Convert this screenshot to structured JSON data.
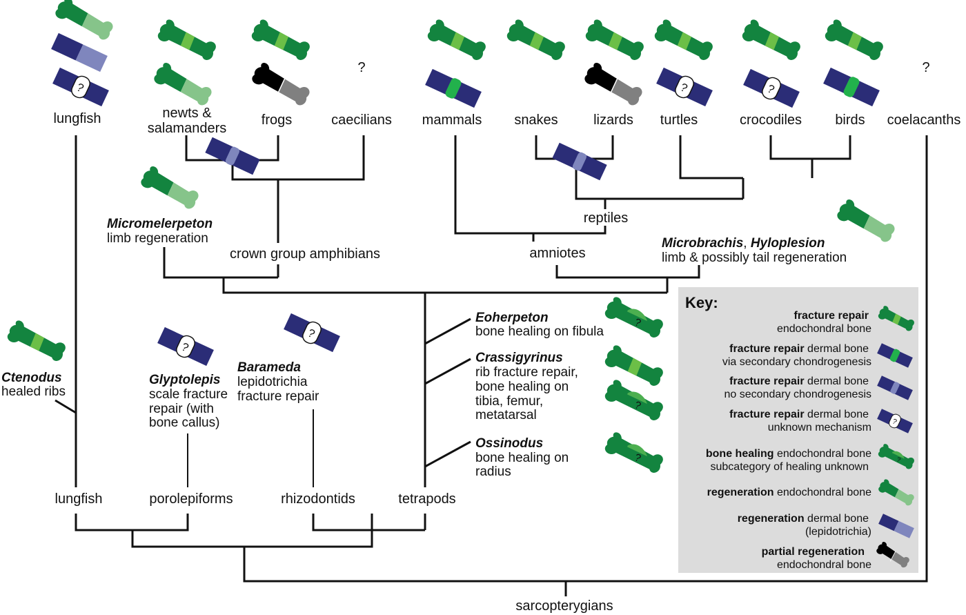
{
  "title": "Sarcopterygian phylogeny: bone repair, healing and regeneration",
  "colors": {
    "endochondral_dark": "#13843f",
    "endochondral_callus": "#6cbf47",
    "regen_light_green": "#86c48a",
    "dermal_dark": "#2b2d77",
    "dermal_chondro": "#22b14c",
    "dermal_light": "#7f86bd",
    "partial_black": "#000000",
    "partial_grey": "#808080",
    "key_bg": "#dcdcdc",
    "line": "#111111"
  },
  "taxa_top": [
    {
      "id": "lungfish",
      "label": "lungfish",
      "icons": [
        "regeneration-endochondral-icon",
        "regeneration-dermal-icon",
        "fracture-dermal-unknown-icon"
      ]
    },
    {
      "id": "newts",
      "label_line1": "newts &",
      "label_line2": "salamanders",
      "icons": [
        "fracture-endochondral-icon",
        "regeneration-endochondral-icon"
      ]
    },
    {
      "id": "frogs",
      "label": "frogs",
      "icons": [
        "fracture-endochondral-icon",
        "partial-regeneration-icon"
      ]
    },
    {
      "id": "caecilians",
      "label": "caecilians",
      "icons": [],
      "unknown": "?"
    },
    {
      "id": "mammals",
      "label": "mammals",
      "icons": [
        "fracture-endochondral-icon",
        "fracture-dermal-chondro-icon"
      ]
    },
    {
      "id": "snakes",
      "label": "snakes",
      "icons": [
        "fracture-endochondral-icon"
      ]
    },
    {
      "id": "lizards",
      "label": "lizards",
      "icons": [
        "fracture-endochondral-icon",
        "partial-regeneration-icon"
      ]
    },
    {
      "id": "turtles",
      "label": "turtles",
      "icons": [
        "fracture-endochondral-icon",
        "fracture-dermal-unknown-icon"
      ]
    },
    {
      "id": "crocodiles",
      "label": "crocodiles",
      "icons": [
        "fracture-endochondral-icon",
        "fracture-dermal-unknown-icon"
      ]
    },
    {
      "id": "birds",
      "label": "birds",
      "icons": [
        "fracture-endochondral-icon",
        "fracture-dermal-chondro-icon"
      ]
    },
    {
      "id": "coelacanths",
      "label": "coelacanths",
      "icons": [],
      "unknown": "?"
    }
  ],
  "clades": {
    "reptiles": "reptiles",
    "amniotes": "amniotes",
    "crown_amphibians": "crown group amphibians",
    "lungfish_base": "lungfish",
    "porolepiforms": "porolepiforms",
    "rhizodontids": "rhizodontids",
    "tetrapods": "tetrapods",
    "sarcopterygians": "sarcopterygians"
  },
  "fossils": {
    "micromelerpeton": {
      "name": "Micromelerpeton",
      "desc": "limb regeneration"
    },
    "microbrachis": {
      "name1": "Microbrachis",
      "sep": ", ",
      "name2": "Hyloplesion",
      "desc": "limb & possibly tail regeneration"
    },
    "ctenodus": {
      "name": "Ctenodus",
      "desc": "healed ribs"
    },
    "glyptolepis": {
      "name": "Glyptolepis",
      "desc": [
        "scale fracture",
        "repair (with",
        "bone callus)"
      ]
    },
    "barameda": {
      "name": "Barameda",
      "desc": [
        "lepidotrichia",
        "fracture repair"
      ]
    },
    "eoherpeton": {
      "name": "Eoherpeton",
      "desc": [
        "bone healing on fibula"
      ]
    },
    "crassigyrinus": {
      "name": "Crassigyrinus",
      "desc": [
        "rib fracture repair,",
        "bone healing on",
        "tibia, femur,",
        "metatarsal"
      ]
    },
    "ossinodus": {
      "name": "Ossinodus",
      "desc": [
        "bone healing on",
        "radius"
      ]
    }
  },
  "unknown_mark": "?",
  "key": {
    "title": "Key:",
    "items": [
      {
        "bold": "fracture repair",
        "rest": "",
        "line2": "endochondral bone",
        "icon": "fracture-endochondral-icon"
      },
      {
        "bold": "fracture repair",
        "rest": " dermal bone",
        "line2": "via secondary chondrogenesis",
        "icon": "fracture-dermal-chondro-icon"
      },
      {
        "bold": "fracture repair",
        "rest": " dermal bone",
        "line2": "no secondary chondrogenesis",
        "icon": "fracture-dermal-nochondro-icon"
      },
      {
        "bold": "fracture repair",
        "rest": " dermal bone",
        "line2": "unknown mechanism",
        "icon": "fracture-dermal-unknown-icon"
      },
      {
        "bold": "bone healing",
        "rest": " endochondral bone",
        "line2": "subcategory of healing unknown",
        "icon": "healing-endochondral-icon"
      },
      {
        "bold": "regeneration",
        "rest": " endochondral bone",
        "line2": "",
        "icon": "regeneration-endochondral-icon"
      },
      {
        "bold": "regeneration",
        "rest": " dermal bone",
        "line2": "(lepidotrichia)",
        "icon": "regeneration-dermal-icon"
      },
      {
        "bold": "partial regeneration",
        "rest": "",
        "line2": "endochondral bone",
        "icon": "partial-regeneration-icon"
      }
    ]
  }
}
